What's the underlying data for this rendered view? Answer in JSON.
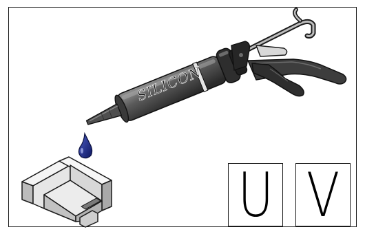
{
  "gun_label": "SILICON",
  "choices": [
    {
      "letter": "U"
    },
    {
      "letter": "V"
    }
  ]
}
